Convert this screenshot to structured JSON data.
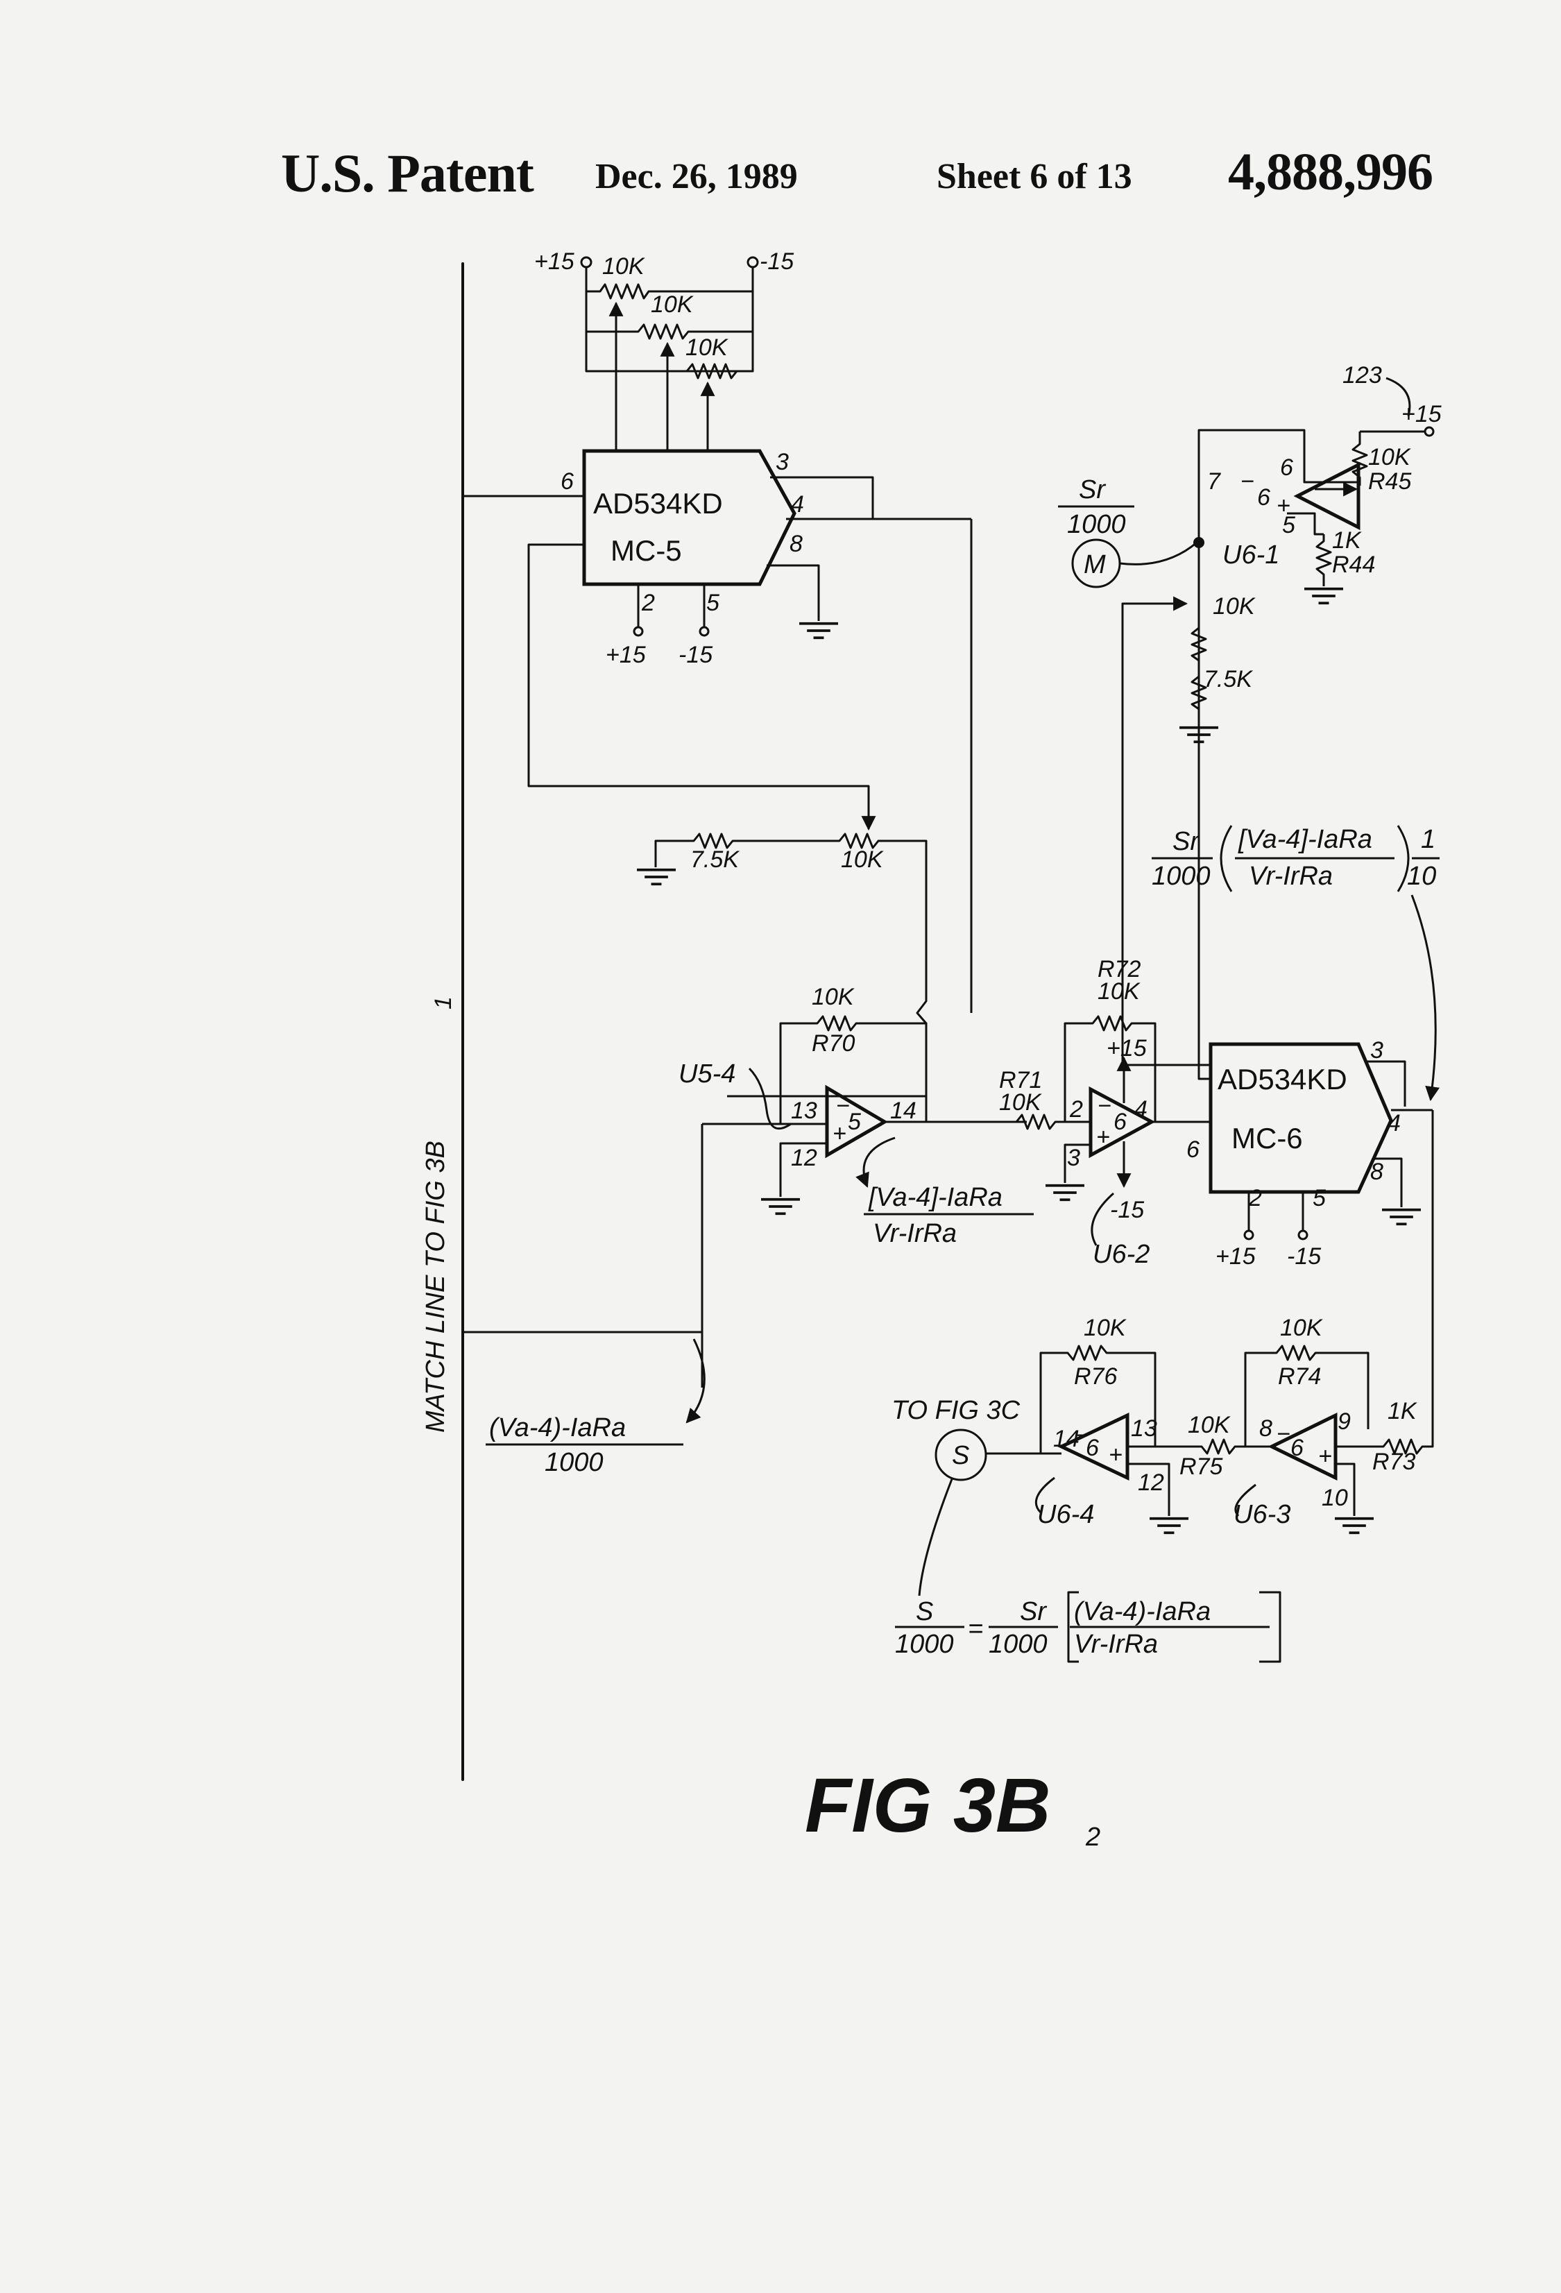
{
  "header": {
    "title": "U.S. Patent",
    "date": "Dec. 26, 1989",
    "sheet": "Sheet 6 of 13",
    "patent_number": "4,888,996"
  },
  "match_line": "MATCH LINE TO FIG 3B",
  "match_line_sub": "1",
  "chips": {
    "mc5": {
      "part": "AD534KD",
      "ref": "MC-5",
      "pins": [
        "6",
        "3",
        "4",
        "8",
        "2",
        "5"
      ],
      "supplies": [
        "+15",
        "-15"
      ]
    },
    "mc6": {
      "part": "AD534KD",
      "ref": "MC-6",
      "pins": [
        "6",
        "3",
        "4",
        "8",
        "2",
        "5"
      ],
      "supplies": [
        "+15",
        "-15"
      ]
    }
  },
  "top_pots": {
    "supply_pos": "+15",
    "supply_neg": "-15",
    "values": [
      "10K",
      "10K",
      "10K"
    ]
  },
  "divider_left": {
    "r1": "7.5K",
    "r2": "10K"
  },
  "divider_right": {
    "r1": "10K",
    "r2": "7.5K"
  },
  "motor": {
    "label": "M",
    "num": "Sr",
    "den": "1000"
  },
  "u6_1": {
    "label": "U6-1",
    "pins": [
      "7",
      "6",
      "5"
    ],
    "ref_num": "123",
    "supply": "+15",
    "r45_val": "10K",
    "r45": "R45",
    "r44_val": "1K",
    "r44": "R44"
  },
  "u5_4": {
    "label": "U5-4",
    "amp_num": "5",
    "pins": [
      "13",
      "12",
      "14"
    ],
    "r70_val": "10K",
    "r70": "R70"
  },
  "u6_2": {
    "label": "U6-2",
    "amp_num": "6",
    "pins": [
      "2",
      "3",
      "4"
    ],
    "r71_val": "10K",
    "r71": "R71",
    "r72_val": "10K",
    "r72": "R72",
    "vpos": "+15",
    "vneg": "-15"
  },
  "u6_3": {
    "label": "U6-3",
    "amp_num": "6",
    "pins": [
      "8",
      "9",
      "10"
    ],
    "r74_val": "10K",
    "r74": "R74",
    "r73_val": "1K",
    "r73": "R73"
  },
  "u6_4": {
    "label": "U6-4",
    "amp_num": "6",
    "pins": [
      "14",
      "13",
      "12"
    ],
    "r76_val": "10K",
    "r76": "R76",
    "r75_val": "10K",
    "r75": "R75"
  },
  "signal": {
    "label": "S",
    "to": "TO FIG 3C"
  },
  "equations": {
    "left_num": "(Va-4)-IaRa",
    "left_den": "1000",
    "mid_num": "[Va-4]-IaRa",
    "mid_den": "Vr-IrRa",
    "top_a_num": "Sr",
    "top_a_den": "1000",
    "top_b_num": "[Va-4]-IaRa",
    "top_b_den": "Vr-IrRa",
    "top_c_num": "1",
    "top_c_den": "10",
    "bot_a_num": "S",
    "bot_a_den": "1000",
    "bot_eq": "=",
    "bot_b_num": "Sr",
    "bot_b_den": "1000",
    "bot_c_num": "(Va-4)-IaRa",
    "bot_c_den": "Vr-IrRa"
  },
  "figure_label": "FIG 3B",
  "figure_sub": "2"
}
